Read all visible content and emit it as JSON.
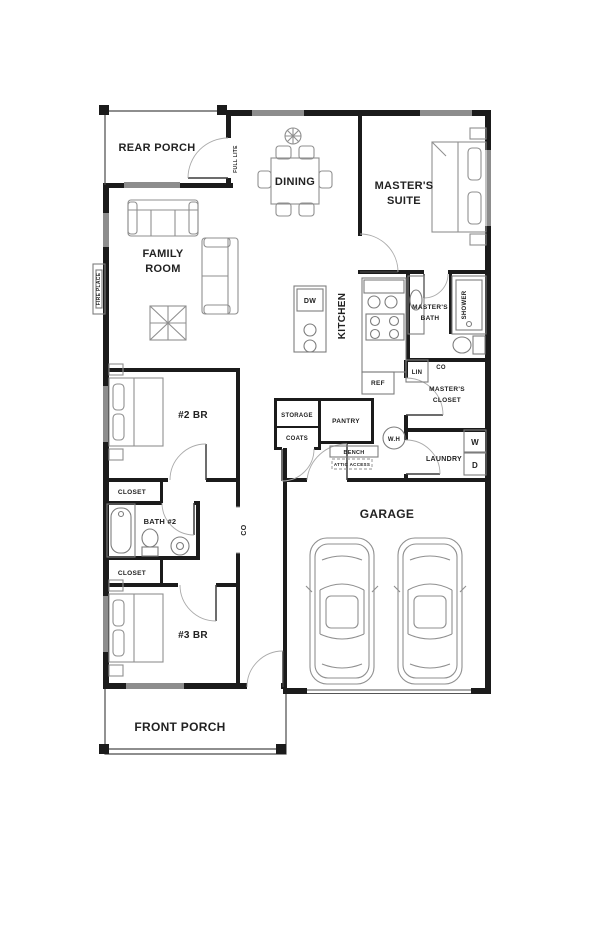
{
  "rooms": {
    "rear_porch": "REAR PORCH",
    "dining": "DINING",
    "masters_suite": [
      "MASTER'S",
      "SUITE"
    ],
    "family_room": [
      "FAMILY",
      "ROOM"
    ],
    "kitchen": "KITCHEN",
    "masters_bath": [
      "MASTER'S",
      "BATH"
    ],
    "masters_closet": [
      "MASTER'S",
      "CLOSET"
    ],
    "bedroom2": "#2 BR",
    "bedroom3": "#3 BR",
    "storage": "STORAGE",
    "pantry": "PANTRY",
    "coats": "COATS",
    "laundry": "LAUNDRY",
    "closet_upper": "CLOSET",
    "closet_lower": "CLOSET",
    "bath2": "BATH #2",
    "garage": "GARAGE",
    "front_porch": "FRONT PORCH"
  },
  "fixtures": {
    "dishwasher": "DW",
    "refrigerator": "REF",
    "linen": "LIN",
    "co_closet": "CO",
    "co_hall": "CO",
    "water_heater": "W.H",
    "washer": "W",
    "dryer": "D",
    "shower": "SHOWER",
    "fireplace": "FIRE PLACE",
    "full_lite": "FULL LITE",
    "bench": "BENCH",
    "attic_access": "ATTIC ACCESS"
  },
  "colors": {
    "wall": "#1b1b1b",
    "furniture": "#8f8f8f",
    "text": "#222222",
    "background": "#ffffff"
  }
}
